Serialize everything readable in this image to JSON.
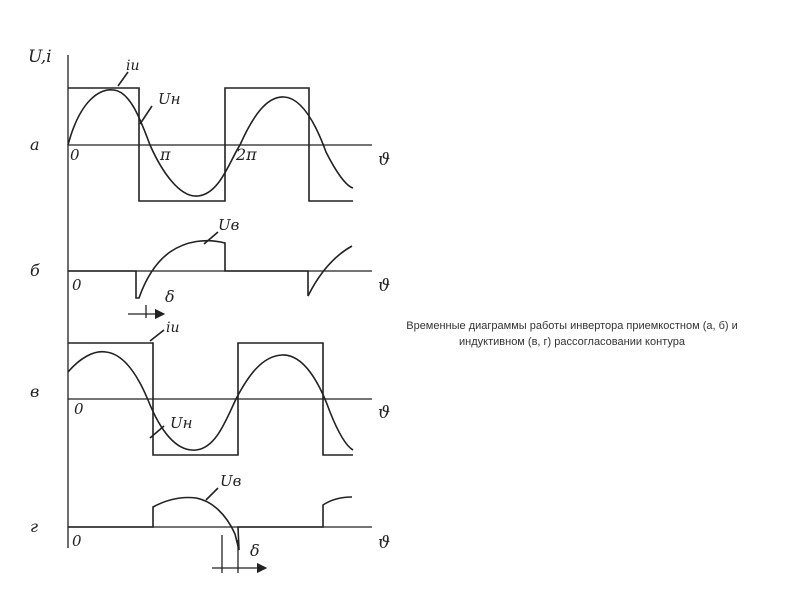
{
  "diagram": {
    "y_axis_label": "U,i",
    "x_axis_symbol": "ϑ",
    "origin_label": "0",
    "pi_label": "π",
    "two_pi_label": "2π",
    "delta_symbol": "δ",
    "current_label": "iи",
    "voltage_label": "Uн",
    "valve_voltage_label": "Uв",
    "panel_labels": [
      "а",
      "б",
      "в",
      "г"
    ]
  },
  "caption": {
    "line1": "Временные диаграммы работы инвертора приемкостном (а, б) и",
    "line2": "индуктивном (в, г) рассогласовании контура"
  }
}
